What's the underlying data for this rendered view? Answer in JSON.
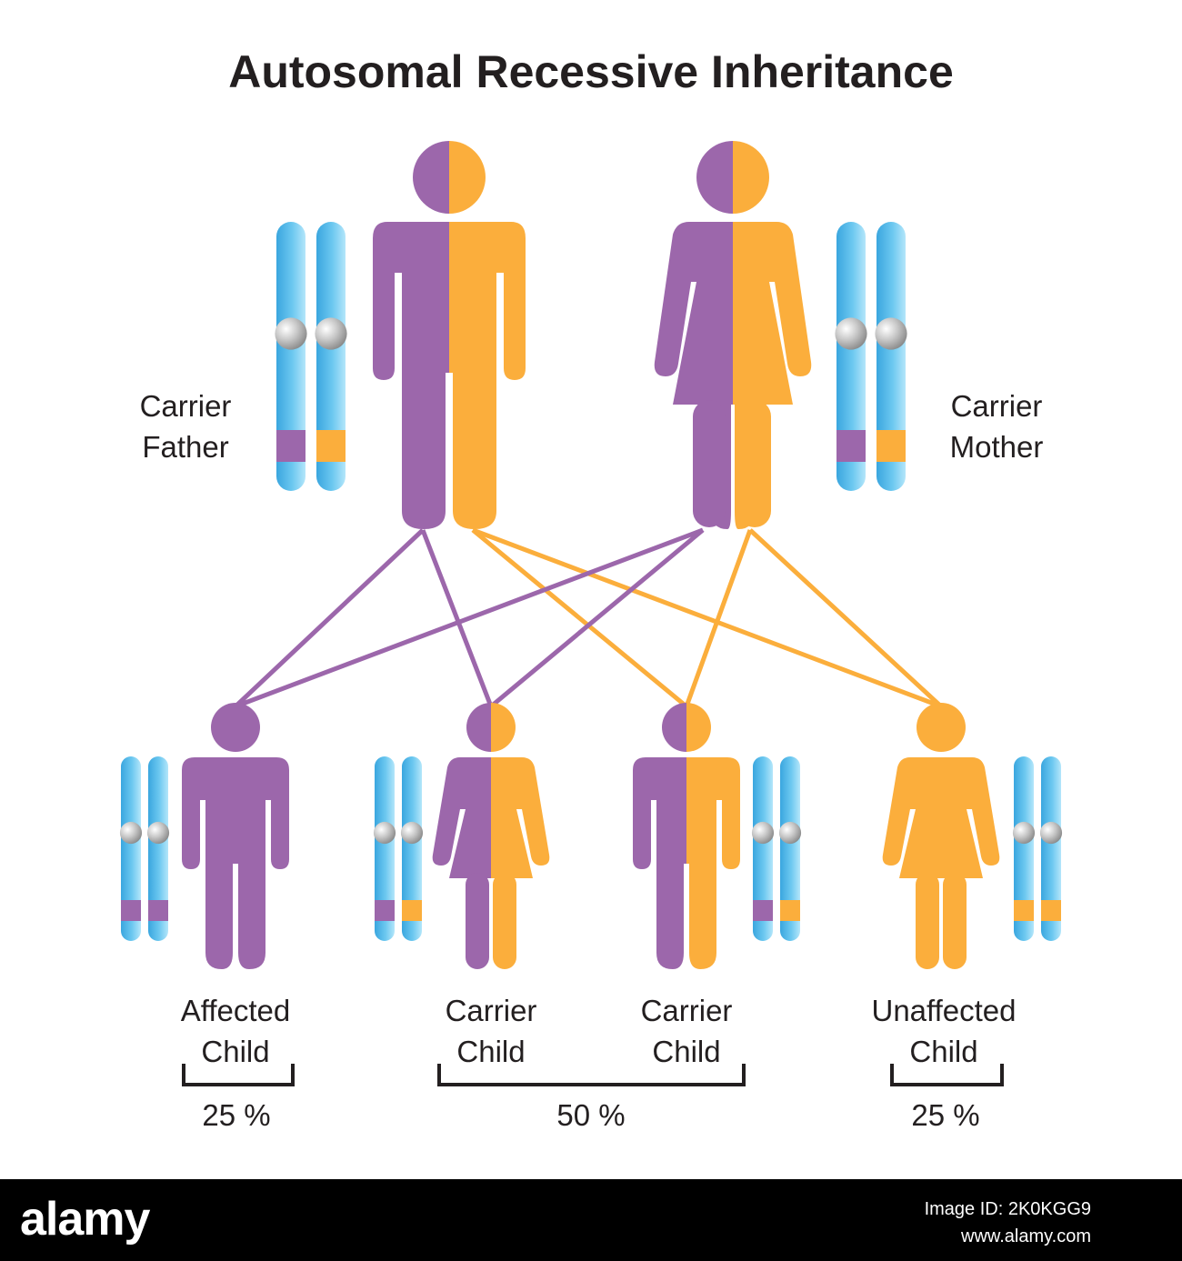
{
  "title": "Autosomal Recessive Inheritance",
  "colors": {
    "recessive": "#9c67ab",
    "dominant": "#fbae3c",
    "chromosome": "#49b8ea",
    "chromosome_light": "#9edcf6",
    "centromere": "#b9b9b9",
    "text": "#231f20"
  },
  "parents": [
    {
      "label_line1": "Carrier",
      "label_line2": "Father",
      "alleles": [
        "recessive",
        "dominant"
      ],
      "figure": "male"
    },
    {
      "label_line1": "Carrier",
      "label_line2": "Mother",
      "alleles": [
        "recessive",
        "dominant"
      ],
      "figure": "female"
    }
  ],
  "children": [
    {
      "label_line1": "Affected",
      "label_line2": "Child",
      "alleles": [
        "recessive",
        "recessive"
      ],
      "figure": "male"
    },
    {
      "label_line1": "Carrier",
      "label_line2": "Child",
      "alleles": [
        "recessive",
        "dominant"
      ],
      "figure": "female"
    },
    {
      "label_line1": "Carrier",
      "label_line2": "Child",
      "alleles": [
        "recessive",
        "dominant"
      ],
      "figure": "male"
    },
    {
      "label_line1": "Unaffected",
      "label_line2": "Child",
      "alleles": [
        "dominant",
        "dominant"
      ],
      "figure": "female"
    }
  ],
  "percentages": [
    "25 %",
    "50 %",
    "25 %"
  ],
  "footer": {
    "logo": "alamy",
    "image_id": "Image ID: 2K0KGG9",
    "url": "www.alamy.com"
  }
}
